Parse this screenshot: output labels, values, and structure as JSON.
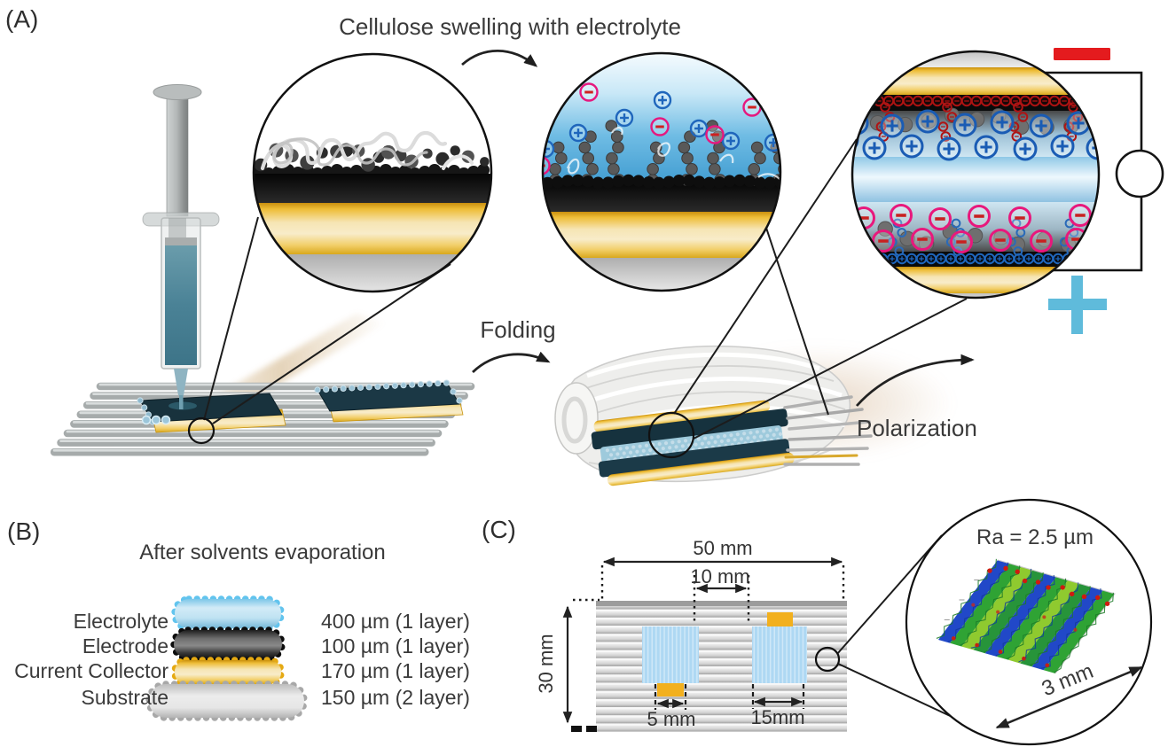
{
  "figure_type": "scientific-figure",
  "panel_a": {
    "label": "(A)",
    "title": "Cellulose swelling with electrolyte",
    "folding_label": "Folding",
    "polarization_label": "Polarization",
    "terminals": {
      "negative": "−",
      "positive": "+"
    }
  },
  "panel_b": {
    "label": "(B)",
    "title": "After solvents evaporation",
    "layers": [
      {
        "name": "Electrolyte",
        "thickness": "400 µm (1 layer)"
      },
      {
        "name": "Electrode",
        "thickness": "100 µm (1 layer)"
      },
      {
        "name": "Current Collector",
        "thickness": "170 µm (1 layer)"
      },
      {
        "name": "Substrate",
        "thickness": "150 µm (2 layer)"
      }
    ]
  },
  "panel_c": {
    "label": "(C)",
    "dimensions": {
      "substrate_width": "50 mm",
      "electrode_gap": "10 mm",
      "substrate_height": "30 mm",
      "left_tab_width": "5 mm",
      "right_electrode_width": "15mm"
    },
    "roughness_inset": {
      "ra_label": "Ra = 2.5 µm",
      "scale_label": "3 mm"
    }
  },
  "colors": {
    "negative_terminal_red": "#e41b1e",
    "positive_terminal_blue": "#5fbbdb",
    "current_collector_gold": "#eec23c",
    "electrolyte_blue": "#a9d7f2",
    "electrode_dark": "#2b2b2b",
    "substrate_gray": "#d6d6d6",
    "cation_blue": "#1a5cb4",
    "anion_pink": "#e8187c",
    "text_gray": "#3a3a3a"
  }
}
